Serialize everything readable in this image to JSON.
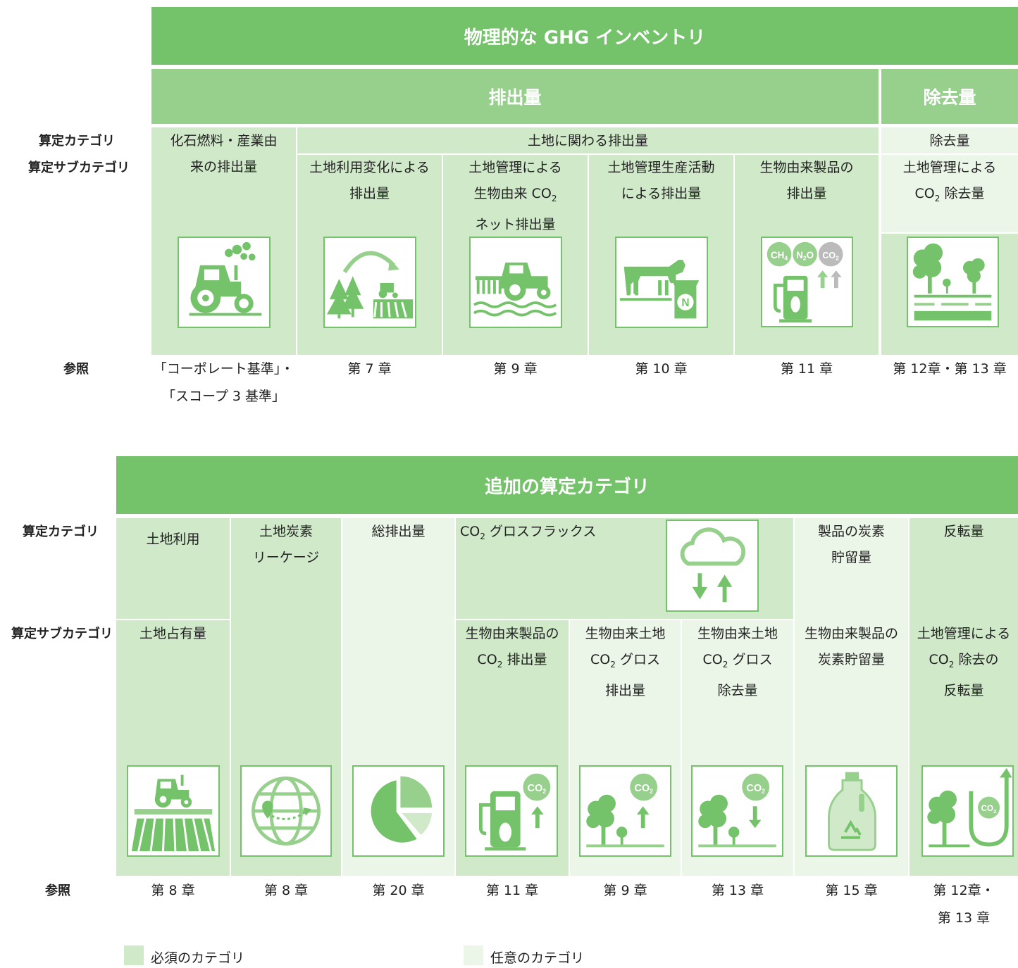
{
  "top": {
    "title": "物理的な GHG インベントリ",
    "emissions_header": "排出量",
    "removals_header": "除去量",
    "row_labels": {
      "category": "算定カテゴリ",
      "subcategory": "算定サブカテゴリ",
      "reference": "参照"
    },
    "fossil": {
      "l1": "化石燃料・産業由",
      "l2": "来の排出量"
    },
    "land_emissions": "土地に関わる排出量",
    "removal_cat": "除去量",
    "subcategories": [
      {
        "l1": "土地利用変化による",
        "l2": "排出量"
      },
      {
        "l1": "土地管理による",
        "l2a": "生物由来 CO",
        "l2sub": "2",
        "l3": "ネット排出量"
      },
      {
        "l1": "土地管理生産活動",
        "l2": "による排出量"
      },
      {
        "l1": "生物由来製品の",
        "l2": "排出量"
      },
      {
        "l1": "土地管理による",
        "l2a": "CO",
        "l2sub": "2",
        "l2b": " 除去量"
      }
    ],
    "references": {
      "fossil_l1": "「コーポレート基準」・",
      "fossil_l2": "「スコープ 3 基準」",
      "r1": "第 7 章",
      "r2": "第 9 章",
      "r3": "第 10 章",
      "r4": "第 11 章",
      "r5": "第 12章・第 13 章"
    },
    "gas_labels": {
      "ch4": "CH",
      "ch4_sub": "4",
      "n2o_a": "N",
      "n2o_sub": "2",
      "n2o_b": "O",
      "co2": "CO",
      "co2_sub": "2"
    },
    "fertilizer_label": "N"
  },
  "bottom": {
    "title": "追加の算定カテゴリ",
    "row_labels": {
      "category": "算定カテゴリ",
      "subcategory": "算定サブカテゴリ",
      "reference": "参照"
    },
    "categories": {
      "land_use": "土地利用",
      "land_carbon_l1": "土地炭素",
      "land_carbon_l2": "リーケージ",
      "total": "総排出量",
      "gross_flux_a": "CO",
      "gross_flux_sub": "2",
      "gross_flux_b": " グロスフラックス",
      "storage_l1": "製品の炭素",
      "storage_l2": "貯留量",
      "reversal": "反転量"
    },
    "subcategories": {
      "land_occupation": "土地占有量",
      "bio_product_l1": "生物由来製品の",
      "bio_product_l2a": "CO",
      "bio_product_l2sub": "2",
      "bio_product_l2b": " 排出量",
      "gross_em_l1": "生物由来土地",
      "gross_em_l2a": "CO",
      "gross_em_l2sub": "2",
      "gross_em_l2b": " グロス",
      "gross_em_l3": "排出量",
      "gross_rm_l1": "生物由来土地",
      "gross_rm_l2a": "CO",
      "gross_rm_l2sub": "2",
      "gross_rm_l2b": " グロス",
      "gross_rm_l3": "除去量",
      "storage_l1": "生物由来製品の",
      "storage_l2": "炭素貯留量",
      "reversal_l1": "土地管理による",
      "reversal_l2a": "CO",
      "reversal_l2sub": "2",
      "reversal_l2b": " 除去の",
      "reversal_l3": "反転量"
    },
    "references": {
      "c1": "第 8 章",
      "c2": "第 8 章",
      "c3": "第 20 章",
      "c4": "第 11 章",
      "c5": "第 9 章",
      "c6": "第 13 章",
      "c7": "第 15 章",
      "c8_l1": "第 12章・",
      "c8_l2": "第 13 章"
    },
    "icon_co2": "CO",
    "icon_co2_sub": "2"
  },
  "legend": {
    "required": "必須のカテゴリ",
    "optional": "任意のカテゴリ"
  },
  "colors": {
    "dark_green": "#74c26a",
    "mid_green": "#97d08d",
    "required_fill": "#cfe9c9",
    "optional_fill": "#ebf6e8"
  }
}
